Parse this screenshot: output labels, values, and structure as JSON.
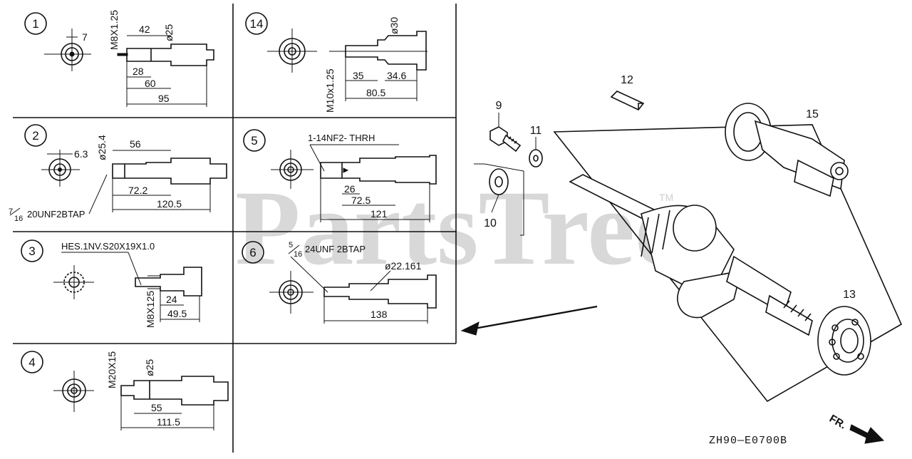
{
  "watermark": {
    "text": "PartsTree",
    "tm": "TM"
  },
  "diagram_code": "ZH90—E0700B",
  "front_label": "FR.",
  "colors": {
    "ink": "#111111",
    "watermark": "#d8d8d8",
    "background": "#ffffff"
  },
  "variants": [
    {
      "index": "1",
      "dims": [
        "7",
        "M8X1.25",
        "42",
        "ø25",
        "28",
        "60",
        "95"
      ]
    },
    {
      "index": "14",
      "dims": [
        "ø30",
        "M10x1.25",
        "35",
        "34.6",
        "80.5"
      ]
    },
    {
      "index": "2",
      "dims": [
        "6.3",
        "ø25.4",
        "56",
        "72.2",
        "120.5"
      ],
      "note_num": "7",
      "note_den": "16",
      "note": "20UNF2BTAP"
    },
    {
      "index": "5",
      "note": "1-14NF2- THRH",
      "dims": [
        "26",
        "72.5",
        "121"
      ]
    },
    {
      "index": "3",
      "note": "HES.1NV.S20X19X1.0",
      "dims": [
        "M8X125",
        "24",
        "49.5"
      ]
    },
    {
      "index": "6",
      "note_num": "5",
      "note_den": "16",
      "note": "24UNF 2BTAP",
      "dims": [
        "ø22.161",
        "138"
      ]
    },
    {
      "index": "4",
      "dims": [
        "M20X15",
        "ø25",
        "55",
        "111.5"
      ]
    }
  ],
  "parts": [
    {
      "number": "9",
      "name": "bolt"
    },
    {
      "number": "11",
      "name": "washer"
    },
    {
      "number": "10",
      "name": "washer"
    },
    {
      "number": "12",
      "name": "key"
    },
    {
      "number": "15",
      "name": "crankshaft"
    },
    {
      "number": "13",
      "name": "bearing"
    }
  ]
}
